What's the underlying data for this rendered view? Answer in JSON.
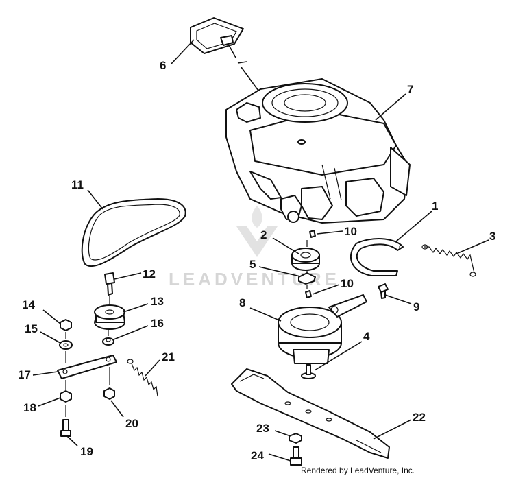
{
  "watermark": {
    "text": "LEADVENTURE"
  },
  "credit": "Rendered by LeadVenture, Inc.",
  "callouts": [
    {
      "id": "1",
      "label": "1"
    },
    {
      "id": "2",
      "label": "2"
    },
    {
      "id": "3",
      "label": "3"
    },
    {
      "id": "4",
      "label": "4"
    },
    {
      "id": "5",
      "label": "5"
    },
    {
      "id": "6",
      "label": "6"
    },
    {
      "id": "7",
      "label": "7"
    },
    {
      "id": "8",
      "label": "8"
    },
    {
      "id": "9",
      "label": "9"
    },
    {
      "id": "10a",
      "label": "10"
    },
    {
      "id": "10b",
      "label": "10"
    },
    {
      "id": "11",
      "label": "11"
    },
    {
      "id": "12",
      "label": "12"
    },
    {
      "id": "13",
      "label": "13"
    },
    {
      "id": "14",
      "label": "14"
    },
    {
      "id": "15",
      "label": "15"
    },
    {
      "id": "16",
      "label": "16"
    },
    {
      "id": "17",
      "label": "17"
    },
    {
      "id": "18",
      "label": "18"
    },
    {
      "id": "19",
      "label": "19"
    },
    {
      "id": "20",
      "label": "20"
    },
    {
      "id": "21",
      "label": "21"
    },
    {
      "id": "22",
      "label": "22"
    },
    {
      "id": "23",
      "label": "23"
    },
    {
      "id": "24",
      "label": "24"
    }
  ]
}
